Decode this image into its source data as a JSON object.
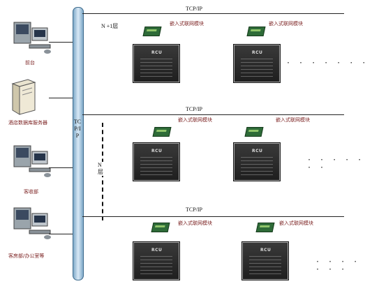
{
  "diagram": {
    "bus_label": "TCP/IP",
    "floor_top_label": "N +1层",
    "floor_mid_label": "N\n层",
    "floors": [
      {
        "network_label": "TCP/IP",
        "module_label": "嵌入式联网模块"
      },
      {
        "network_label": "TCP/IP",
        "module_label": "嵌入式联网模块"
      },
      {
        "network_label": "TCP/IP",
        "module_label": "嵌入式联网模块"
      }
    ],
    "rcu_logo": "RCU",
    "ellipsis": "· · · · · · ·"
  },
  "stations": [
    {
      "label": "前台",
      "icon": "desktop-computer-icon"
    },
    {
      "label": "酒店数据库服务器",
      "icon": "server-tower-icon"
    },
    {
      "label": "客收部",
      "icon": "desktop-computer-icon"
    },
    {
      "label": "客房部/办公室等",
      "icon": "desktop-computer-icon"
    }
  ]
}
